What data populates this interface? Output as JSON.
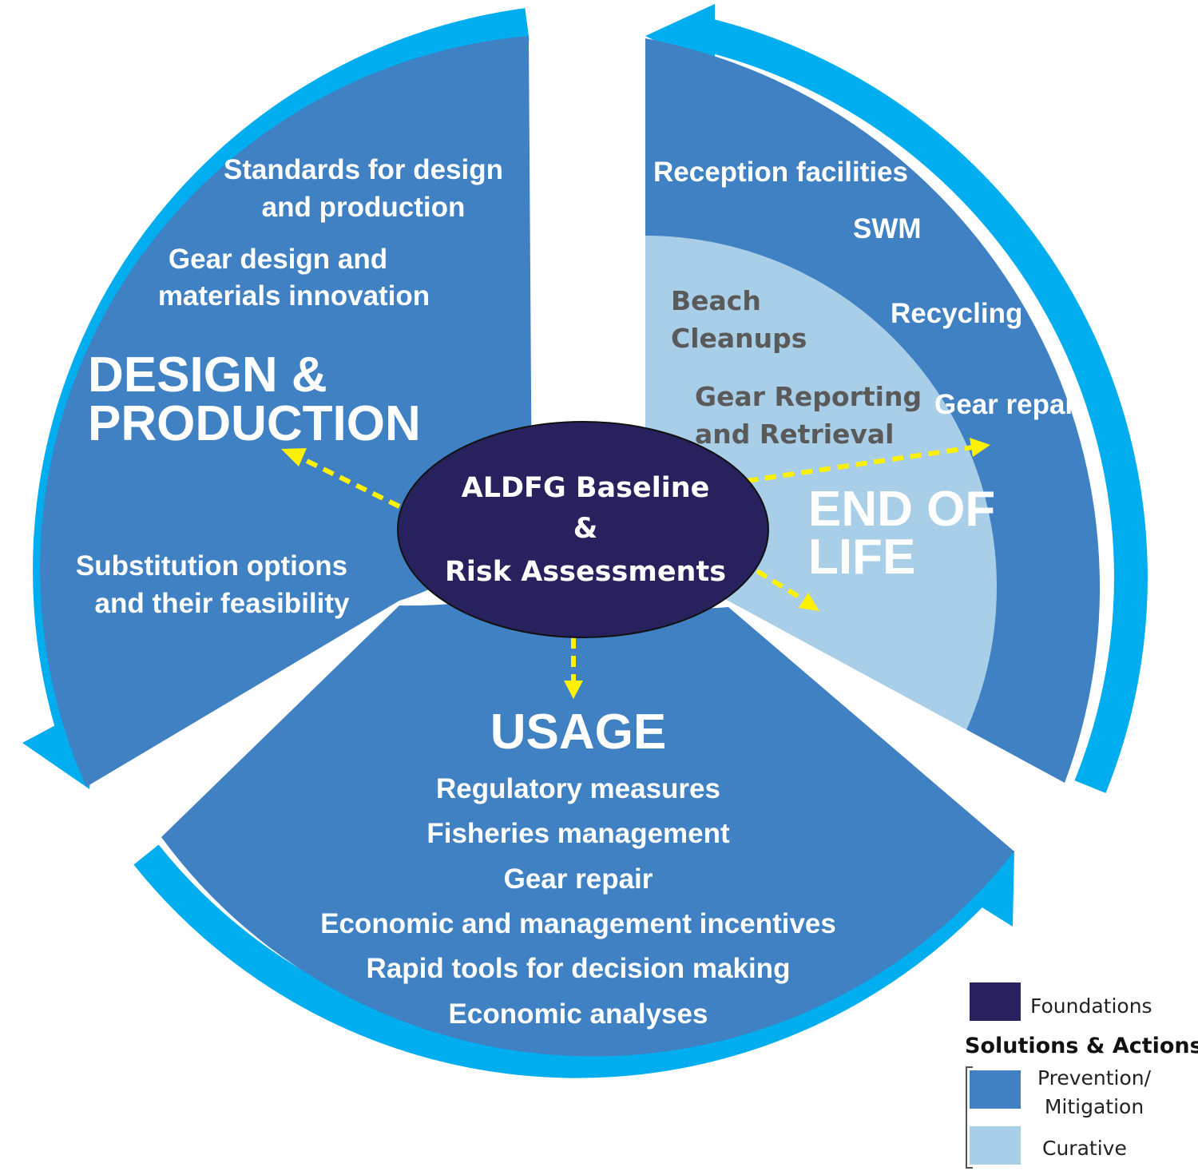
{
  "colors": {
    "ring_accent": "#00aeef",
    "prevention": "#4081c4",
    "curative": "#a9cfe8",
    "foundation": "#27215e",
    "arrow_dash": "#fff200",
    "white_text": "#ffffff",
    "curative_text": "#5a5a5a"
  },
  "center": {
    "line1": "ALDFG Baseline",
    "line2": "&",
    "line3": "Risk Assessments"
  },
  "design": {
    "title_line1": "DESIGN &",
    "title_line2": "PRODUCTION",
    "items": [
      "Standards for design",
      "and production",
      "Gear design and",
      "materials innovation",
      "Substitution options",
      "and their feasibility"
    ]
  },
  "end_of_life": {
    "title_line1": "END OF",
    "title_line2": "LIFE",
    "prevention_items": [
      "Reception facilities",
      "SWM",
      "Recycling",
      "Gear repair"
    ],
    "curative_items": [
      "Beach",
      "Cleanups",
      "Gear Reporting",
      "and Retrieval"
    ]
  },
  "usage": {
    "title": "USAGE",
    "items": [
      "Regulatory measures",
      "Fisheries management",
      "Gear repair",
      "Economic and management incentives",
      "Rapid  tools for decision making",
      "Economic analyses"
    ]
  },
  "legend": {
    "foundations": "Foundations",
    "heading": "Solutions & Actions",
    "prevention_line1": "Prevention/",
    "prevention_line2": "Mitigation",
    "curative": "Curative"
  }
}
